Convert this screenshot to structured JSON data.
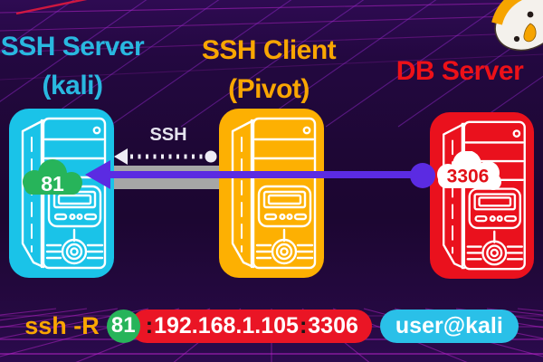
{
  "nodes": {
    "ssh_server": {
      "title": "SSH Server",
      "subtitle": "(kali)",
      "port": "81"
    },
    "ssh_client": {
      "title": "SSH Client",
      "subtitle": "(Pivot)"
    },
    "db_server": {
      "title": "DB Server",
      "port": "3306"
    }
  },
  "connection": {
    "tunnel_label": "SSH"
  },
  "command": {
    "prefix": "ssh -R",
    "local_port": "81",
    "separator": ":",
    "remote_host": "192.168.1.105",
    "remote_port": "3306",
    "login": "user@kali"
  },
  "icons": {
    "towers": "computer-tower",
    "port_badges": "cloud",
    "mascot": "peeking-bird"
  },
  "colors": {
    "background": "#1d0634",
    "grid_magenta": "#c026d3",
    "grid_purple": "#9b2bd6",
    "grid_crimson": "#e0193e",
    "ssh_server_accent": "#29b8e0",
    "ssh_server_tower": "#1ac3e8",
    "ssh_client_accent": "#f9a602",
    "ssh_client_tower": "#fdb002",
    "db_server_accent": "#ed1118",
    "db_server_tower": "#ea111d",
    "badge_green": "#27b45a",
    "forward_arrow": "#5b2be2",
    "tunnel_gray": "#a6a6a6"
  }
}
